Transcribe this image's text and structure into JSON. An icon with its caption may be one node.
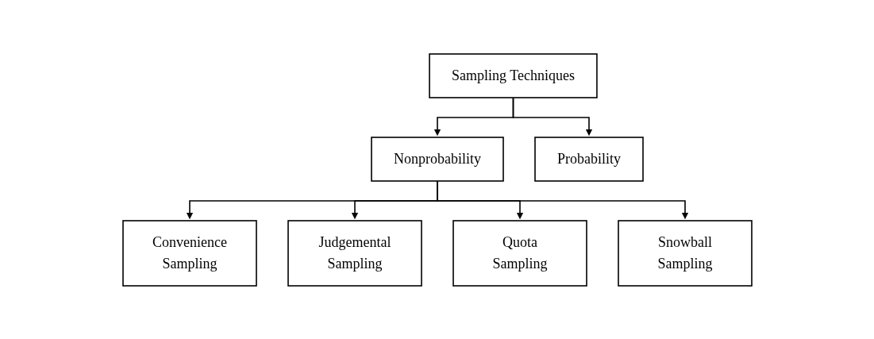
{
  "diagram": {
    "nodes": [
      {
        "text": [
          "Sampling Techniques"
        ]
      },
      {
        "text": [
          "Nonprobability"
        ]
      },
      {
        "text": [
          "Probability"
        ]
      },
      {
        "text": [
          "Convenience Sampling"
        ]
      },
      {
        "text": [
          "Judgemental Sampling"
        ]
      },
      {
        "text": [
          "Quota Sampling"
        ]
      },
      {
        "text": [
          "Snowball Sampling"
        ]
      }
    ],
    "edges": [
      {
        "from": 0,
        "to": 1,
        "arrow": "to"
      },
      {
        "from": 0,
        "to": 2,
        "arrow": "to"
      },
      {
        "from": 1,
        "to": 3,
        "arrow": "to"
      },
      {
        "from": 1,
        "to": 4,
        "arrow": "to"
      },
      {
        "from": 1,
        "to": 5,
        "arrow": "to"
      },
      {
        "from": 1,
        "to": 6,
        "arrow": "to"
      }
    ]
  }
}
